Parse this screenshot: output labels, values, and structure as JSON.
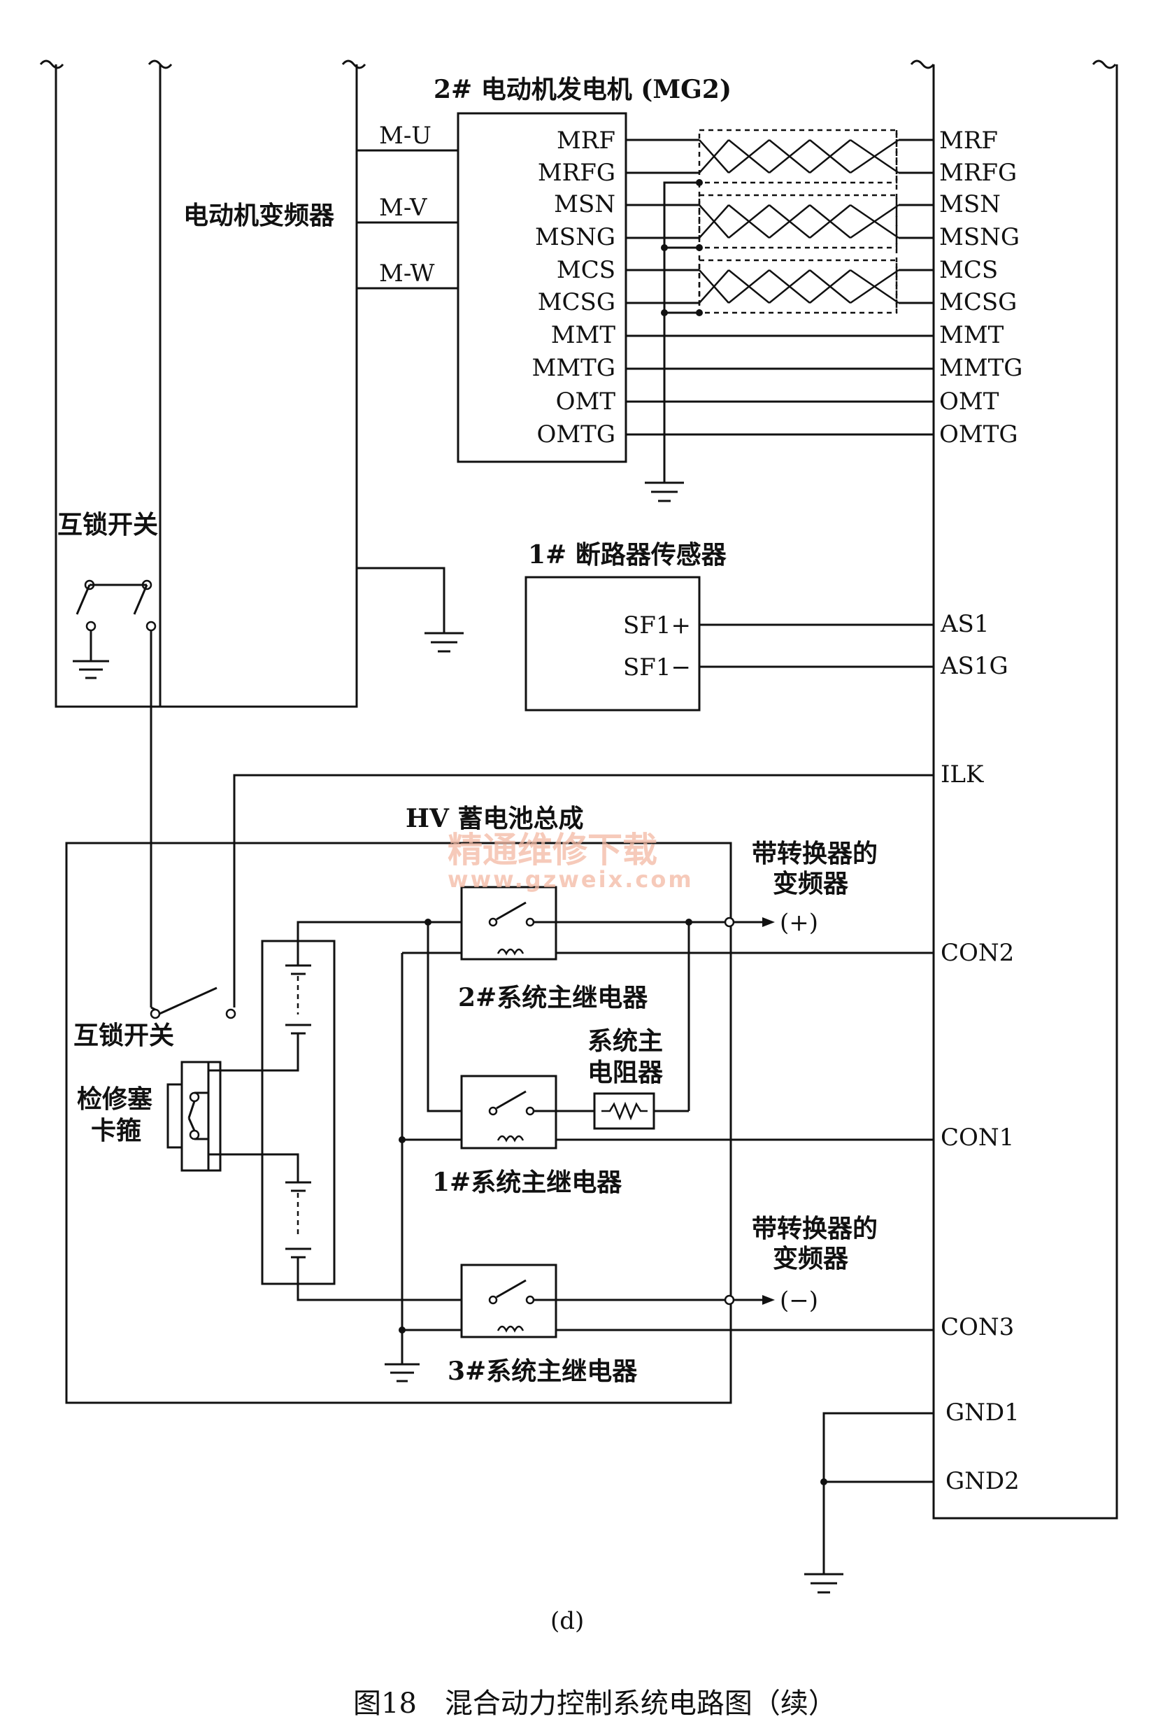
{
  "mg2": {
    "title": "2# 电动机发电机 (MG2)",
    "pins": [
      "MRF",
      "MRFG",
      "MSN",
      "MSNG",
      "MCS",
      "MCSG",
      "MMT",
      "MMTG",
      "OMT",
      "OMTG"
    ]
  },
  "ecu_pins": {
    "mg2": [
      "MRF",
      "MRFG",
      "MSN",
      "MSNG",
      "MCS",
      "MCSG",
      "MMT",
      "MMTG",
      "OMT",
      "OMTG"
    ],
    "as1": "AS1",
    "as1g": "AS1G",
    "ilk": "ILK",
    "con2": "CON2",
    "con1": "CON1",
    "con3": "CON3",
    "gnd1": "GND1",
    "gnd2": "GND2"
  },
  "inverter": {
    "title": "电动机变频器",
    "phases": [
      "M-U",
      "M-V",
      "M-W"
    ],
    "interlock": "互锁开关"
  },
  "breaker_sensor": {
    "title": "1# 断路器传感器",
    "pin_pos": "SF1+",
    "pin_neg": "SF1−"
  },
  "battery": {
    "title": "HV 蓄电池总成",
    "interlock": "互锁开关",
    "plug_line1": "检修塞",
    "plug_line2": "卡箍",
    "smr2": "2#系统主继电器",
    "smr1": "1#系统主继电器",
    "smr3": "3#系统主继电器",
    "resistor_line1": "系统主",
    "resistor_line2": "电阻器",
    "out_pos_line1": "带转换器的",
    "out_pos_line2": "变频器",
    "out_pos_sign": "(+)",
    "out_neg_line1": "带转换器的",
    "out_neg_line2": "变频器",
    "out_neg_sign": "(−)"
  },
  "watermark": {
    "line1": "精通维修下载",
    "line2": "www.gzweix.com"
  },
  "subfigure_label": "(d)",
  "caption": "图18　混合动力控制系统电路图（续）"
}
